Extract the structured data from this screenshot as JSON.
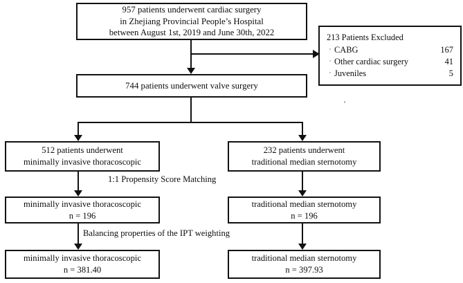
{
  "figure": {
    "type": "flowchart",
    "title": "Patient selection flow diagram"
  },
  "boxes": {
    "cardiac_surgery": {
      "line1": "957 patients underwent cardiac surgery",
      "line2": "in Zhejiang Provincial People’s Hospital",
      "line3": "between August 1st, 2019 and June 30th, 2022"
    },
    "valve_surgery": {
      "line1": "744 patients underwent valve surgery"
    },
    "excluded": {
      "title": "213 Patients Excluded",
      "bullet": "·",
      "items": [
        {
          "label": "CABG",
          "count": "167"
        },
        {
          "label": "Other cardiac surgery",
          "count": "41"
        },
        {
          "label": "Juveniles",
          "count": "5"
        }
      ]
    },
    "mit_512": {
      "line1": "512 patients underwent",
      "line2": "minimally invasive thoracoscopic"
    },
    "tms_232": {
      "line1": "232 patients underwent",
      "line2": "traditional median sternotomy"
    },
    "mit_196": {
      "line1": "minimally invasive thoracoscopic",
      "line2": "n = 196"
    },
    "tms_196": {
      "line1": "traditional median sternotomy",
      "line2": "n = 196"
    },
    "mit_381": {
      "line1": "minimally invasive thoracoscopic",
      "line2": "n = 381.40"
    },
    "tms_397": {
      "line1": "traditional median sternotomy",
      "line2": "n = 397.93"
    }
  },
  "labels": {
    "propensity_matching": "1:1 Propensity Score Matching",
    "ipt_weighting": "Balancing properties of the IPT weighting"
  },
  "colors": {
    "stroke": "#111111",
    "background": "#ffffff",
    "text": "#0d0d0d"
  }
}
